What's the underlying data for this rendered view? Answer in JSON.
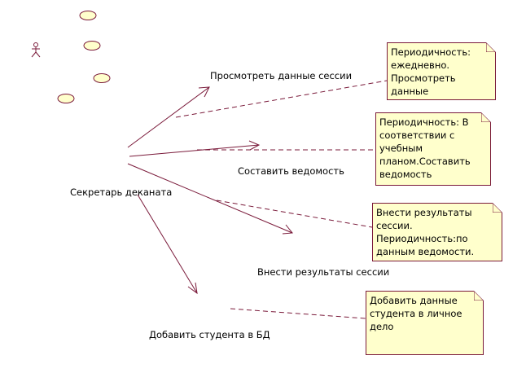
{
  "actor": {
    "name": "Секретарь деканата"
  },
  "use_cases": [
    {
      "label": "Просмотреть данные сессии"
    },
    {
      "label": "Составить ведомость"
    },
    {
      "label": "Внести результаты сессии"
    },
    {
      "label": "Добавить студента в БД"
    }
  ],
  "notes": [
    {
      "lines": [
        "Периодичность:",
        "ежедневно.",
        "Просмотреть",
        "данные"
      ]
    },
    {
      "lines": [
        "Периодичность: В",
        "соответствии с",
        "учебным",
        "планом.Составить",
        "ведомость"
      ]
    },
    {
      "lines": [
        "Внести результаты",
        "сессии.",
        "Периодичность:по",
        "данным ведомости."
      ]
    },
    {
      "lines": [
        "Добавить данные",
        "студента в личное",
        "дело"
      ]
    }
  ],
  "colors": {
    "line": "#7a1a3a",
    "note_fill": "#ffffcc",
    "ellipse_fill": "#ffffcc"
  }
}
